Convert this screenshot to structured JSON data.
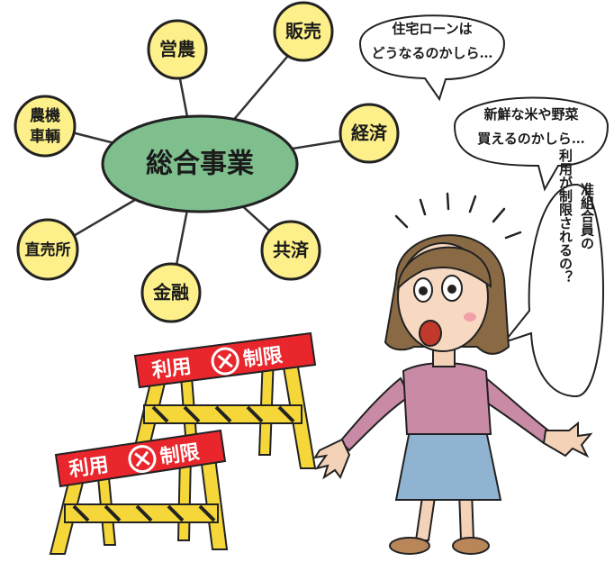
{
  "center": {
    "label": "総合事業",
    "fill": "#7fbf8e"
  },
  "nodes": {
    "eino": "営農",
    "hanbai": "販売",
    "keizai": "経済",
    "kyosai": "共済",
    "kinyu": "金融",
    "chokubai": "直売所",
    "noki_line1": "農機",
    "noki_line2": "車輌"
  },
  "node_fill": "#fdf08a",
  "bubbles": {
    "loan_line1": "住宅ローンは",
    "loan_line2": "どうなるのかしら…",
    "food_line1": "新鮮な米や野菜",
    "food_line2": "買えるのかしら…",
    "member_col1": "准組合員の",
    "member_col2": "利用が制限されるの？"
  },
  "signs": {
    "sign1_left": "利用",
    "sign1_right": "制限",
    "sign2_left": "利用",
    "sign2_right": "制限",
    "color": "#e8262c"
  }
}
